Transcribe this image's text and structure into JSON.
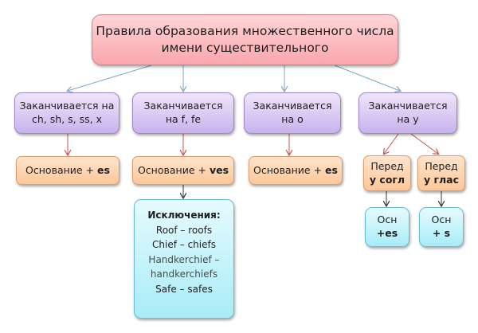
{
  "title": {
    "line1": "Правила образования множественного числа",
    "line2": "имени существительного"
  },
  "rules": [
    {
      "line1": "Заканчивается на",
      "line2": "ch, sh, s, ss, x"
    },
    {
      "line1": "Заканчивается",
      "line2": "на f, fe"
    },
    {
      "line1": "Заканчивается",
      "line2": "на o"
    },
    {
      "line1": "Заканчивается",
      "line2": "на y"
    }
  ],
  "bases": [
    {
      "prefix": "Основание + ",
      "suffix": "es"
    },
    {
      "prefix": "Основание + ",
      "suffix": "ves"
    },
    {
      "prefix": "Основание + ",
      "suffix": "es"
    }
  ],
  "exceptions": {
    "heading": "Исключения:",
    "items": [
      "Roof – roofs",
      "Chief – chiefs",
      "Handkerchief –",
      "handkerchiefs",
      "Safe – safes"
    ]
  },
  "y_branches": [
    {
      "line1": "Перед",
      "line2": "у согл"
    },
    {
      "line1": "Перед",
      "line2": "у глас"
    }
  ],
  "y_results": [
    {
      "line1": "Осн",
      "line2": "+es"
    },
    {
      "line1": "Осн",
      "line2": "+ s"
    }
  ],
  "colors": {
    "title_fill": "#f9a6ad",
    "rule_fill": "#c9b3ec",
    "base_fill": "#fdc79a",
    "cyan_fill": "#a8ecf7",
    "arrow_blue": "#7ea6c9",
    "arrow_red": "#c9524f",
    "arrow_dark": "#333333"
  }
}
